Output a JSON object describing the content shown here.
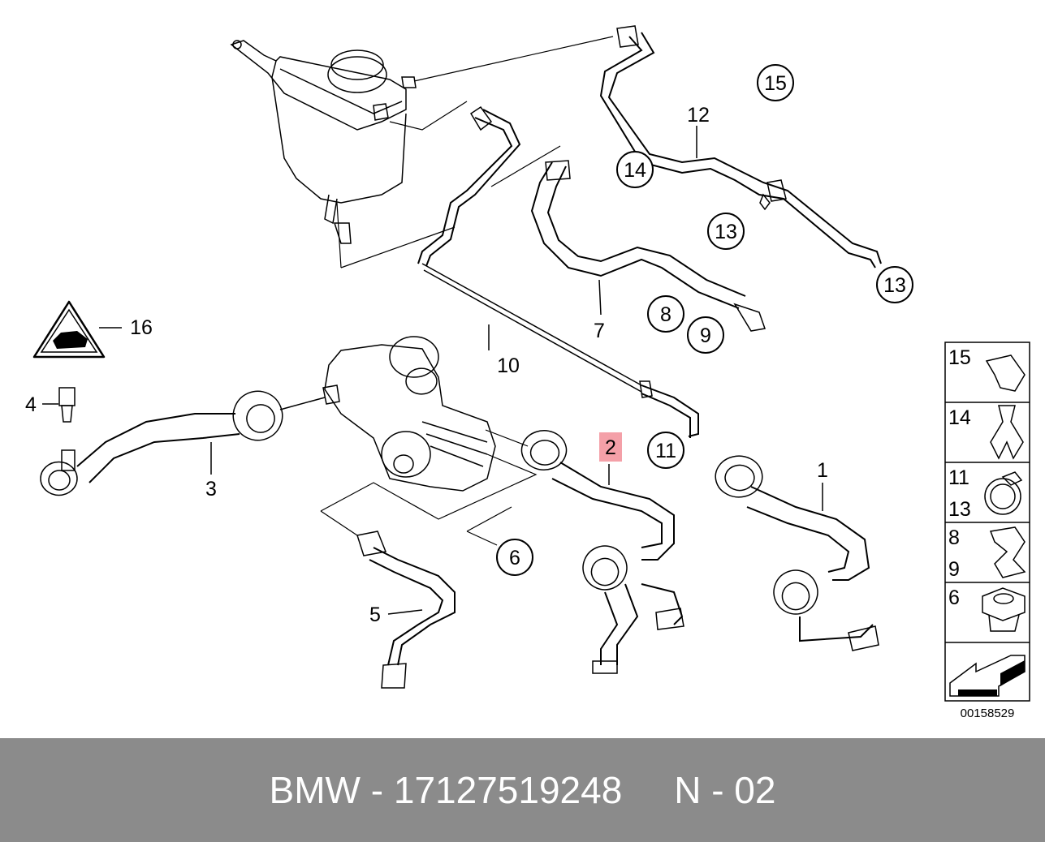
{
  "callouts": {
    "c1": "1",
    "c2": "2",
    "c3": "3",
    "c4": "4",
    "c5": "5",
    "c6": "6",
    "c7": "7",
    "c8": "8",
    "c9": "9",
    "c10": "10",
    "c11": "11",
    "c12": "12",
    "c13a": "13",
    "c13b": "13",
    "c14": "14",
    "c15": "15",
    "c16": "16"
  },
  "legend": {
    "r1": "15",
    "r2": "14",
    "r3a": "11",
    "r3b": "13",
    "r4a": "8",
    "r4b": "9",
    "r5": "6"
  },
  "diagram_code": "00158529",
  "highlight_color": "#f4a0a8",
  "footer": {
    "brand": "BMW",
    "sep1": " - ",
    "part_number": "17127519248",
    "gap": "     ",
    "position": "N - 02"
  }
}
